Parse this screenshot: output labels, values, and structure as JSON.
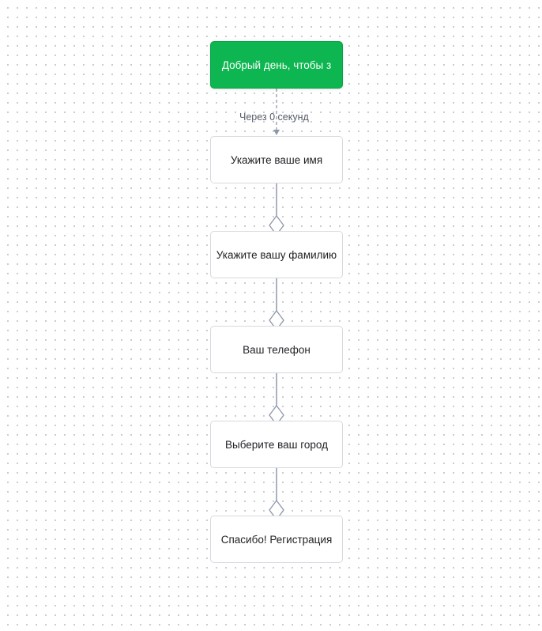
{
  "flow": {
    "start": {
      "label": "Добрый день, чтобы з"
    },
    "delay": {
      "label": "Через 0 секунд"
    },
    "steps": [
      {
        "label": "Укажите ваше имя"
      },
      {
        "label": "Укажите вашу фамилию"
      },
      {
        "label": "Ваш телефон"
      },
      {
        "label": "Выберите ваш город"
      },
      {
        "label": "Спасибо! Регистрация"
      }
    ]
  },
  "colors": {
    "start_bg": "#0db650",
    "connector": "#8e97aa",
    "node_border": "#d6d9e0",
    "canvas_dot": "#c4c8d0"
  }
}
